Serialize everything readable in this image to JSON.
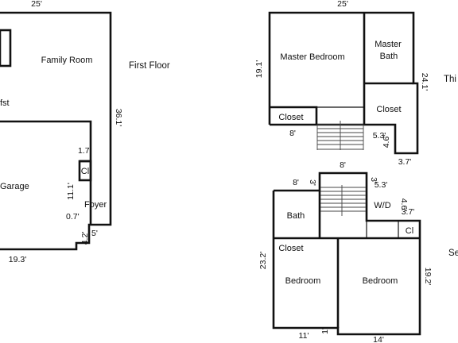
{
  "floors": {
    "first": {
      "label": "First Floor",
      "rooms": {
        "family": "Family Room",
        "bkfst": "fst",
        "garage": "Garage",
        "closet": "Cl",
        "foyer": "Foyer"
      },
      "dims": {
        "top": "25'",
        "right": "36.1'",
        "d17": "1.7'",
        "d111": "11.1'",
        "d07": "0.7'",
        "d42": "4.2'",
        "d5": "5'",
        "bottom": "19.3'"
      }
    },
    "third": {
      "label": "Thi",
      "rooms": {
        "master_bed": "Master Bedroom",
        "master_bath_1": "Master",
        "master_bath_2": "Bath",
        "closet_left": "Closet",
        "closet_right": "Closet"
      },
      "dims": {
        "top": "25'",
        "left": "19.1'",
        "right": "24.1'",
        "d8": "8'",
        "d53": "5.3'",
        "d46": "4.6'",
        "d37": "3.7'"
      }
    },
    "second": {
      "label": "Se",
      "rooms": {
        "bath": "Bath",
        "wd": "W/D",
        "cl": "Cl",
        "closet": "Closet",
        "bed1": "Bedroom",
        "bed2": "Bedroom"
      },
      "dims": {
        "top": "8'",
        "d8": "8'",
        "d3a": "3'",
        "d3b": "3'",
        "d53": "5.3'",
        "d46": "4.6'",
        "d37": "3.7'",
        "left": "23.2'",
        "right": "19.2'",
        "d11": "11'",
        "d1": "1'",
        "d14": "14'"
      }
    }
  }
}
